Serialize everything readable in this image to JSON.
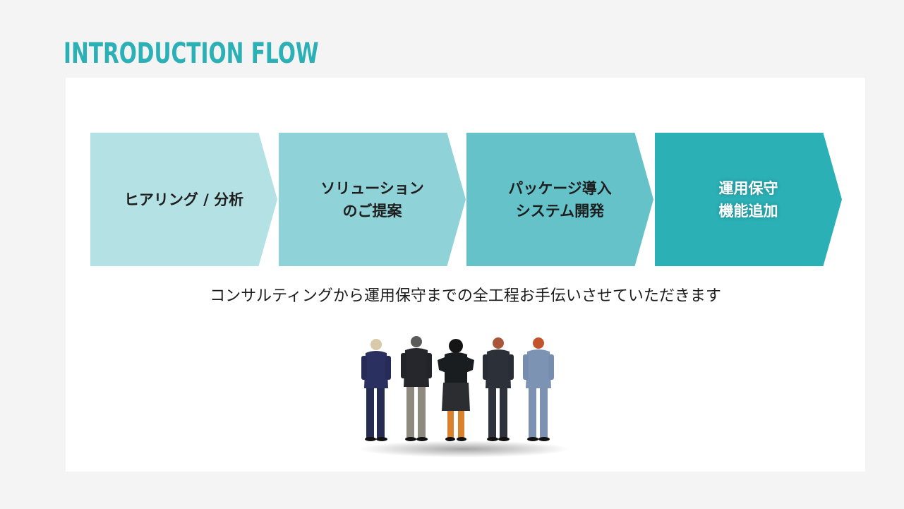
{
  "header": {
    "title": "INTRODUCTION FLOW"
  },
  "flow": {
    "steps": [
      {
        "label": "ヒアリング / 分析",
        "color": "#b3e1e4"
      },
      {
        "label": "ソリューション\nのご提案",
        "color": "#8fd3d8"
      },
      {
        "label": "パッケージ導入\nシステム開発",
        "color": "#64c2c8"
      },
      {
        "label": "運用保守\n機能追加",
        "color": "#2bb0b6"
      }
    ]
  },
  "tagline": "コンサルティングから運用保守までの全工程お手伝いさせていただきます",
  "colors": {
    "accent": "#2bb0b6",
    "background": "#f4f4f4",
    "card": "#ffffff"
  },
  "image": {
    "subject": "business-people-figurines-icon"
  }
}
